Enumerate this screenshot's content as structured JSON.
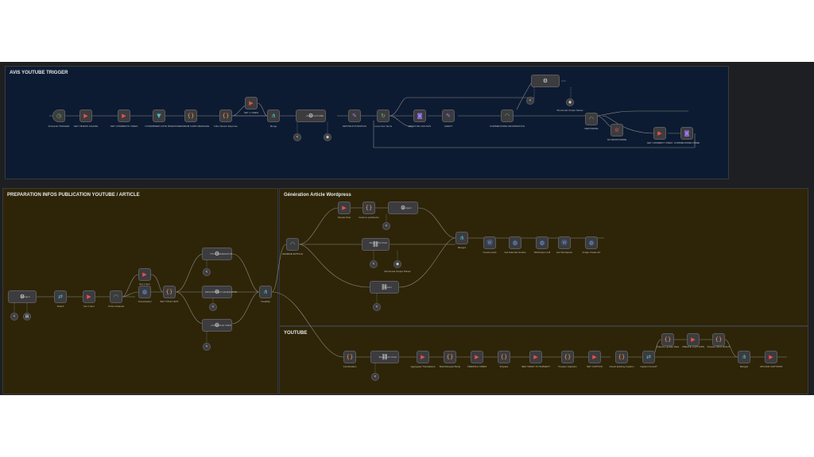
{
  "groups": {
    "trigger": {
      "title": "AVIS YOUTUBE TRIGGER"
    },
    "prep": {
      "title": "PREPARATION INFOS PUBLICATION YOUTUBE / ARTICLE"
    },
    "wordpress": {
      "title": "Génération Article Wordpress"
    },
    "youtube": {
      "title": "YOUTUBE"
    }
  },
  "labels": {
    "trig1": "Schedule TRIGGER",
    "trig2": "GET VIDEOS CHAINE",
    "trig3": "GET COMMENTS VIDEO",
    "trig4": "CONNIRMER LISTE MSG",
    "trig5": "CONSERVERM CARD MESSAGE",
    "trig6": "Filter Absent Reponse",
    "trig7": "SET 1 VIDEO",
    "trig8": "Merge",
    "trig9": "AVIS YOUTUBE",
    "trig10": "RESTRUCTURATION",
    "trig11": "Loop Over Items",
    "trig12": "ENVOI DE LES AVIS",
    "trig13": "AGENT",
    "trig14": "COMMENTAIRE INFORMATION",
    "trig15": "REPONDRE",
    "trig16": "Structured Output Parser",
    "trig17": "NO RESPONDRE",
    "trig18": "GET COMMENT VIDEO",
    "trig19": "COMMENTAIRE FIBRE",
    "p1": "AI Agent",
    "p2": "Switch",
    "p3": "Set 1 item",
    "p4": "If Non-Chained",
    "p5": "Set 1 item",
    "p6": "Transcription",
    "p7": "SET TITLE TEXT",
    "p8": "TITLE GENERATOR",
    "p9": "DESCRIPTION GENERATOR",
    "p10": "LANGUAGE USED",
    "p11": "Invalidity",
    "w1": "GENERE ARTICLE",
    "w2": "Simple Post",
    "w3": "Code to synthesize",
    "w4": "AI Agent",
    "w5": "Basic LLM Chain",
    "w6": "Structured Output Parser",
    "w7": "Extract",
    "w8": "Merge1",
    "w9": "Create posts",
    "w10": "Get featured Gookie",
    "w11": "WeScrape LLM",
    "w12": "Get Wordpress",
    "w13": "Image Create Art",
    "y1": "Combination",
    "y2": "Basic LLM Chain",
    "y3": "Aggregate Translations",
    "y4": "Build Request Body",
    "y5": "CREATE A VIDEO",
    "y6": "Prepare",
    "y7": "SEO VIDEO TO SUBJECT",
    "y8": "Prepare Captions",
    "y9": "SET CAPTION",
    "y10": "Check Existing Caption",
    "y11": "Caption Found?",
    "y12": "Prepare Update Data",
    "y13": "CREATE CAPTIONS",
    "y14": "Prepare INFO RIGHT",
    "y15": "Merge2",
    "y16": "UPLOAD CAPTIONS"
  }
}
